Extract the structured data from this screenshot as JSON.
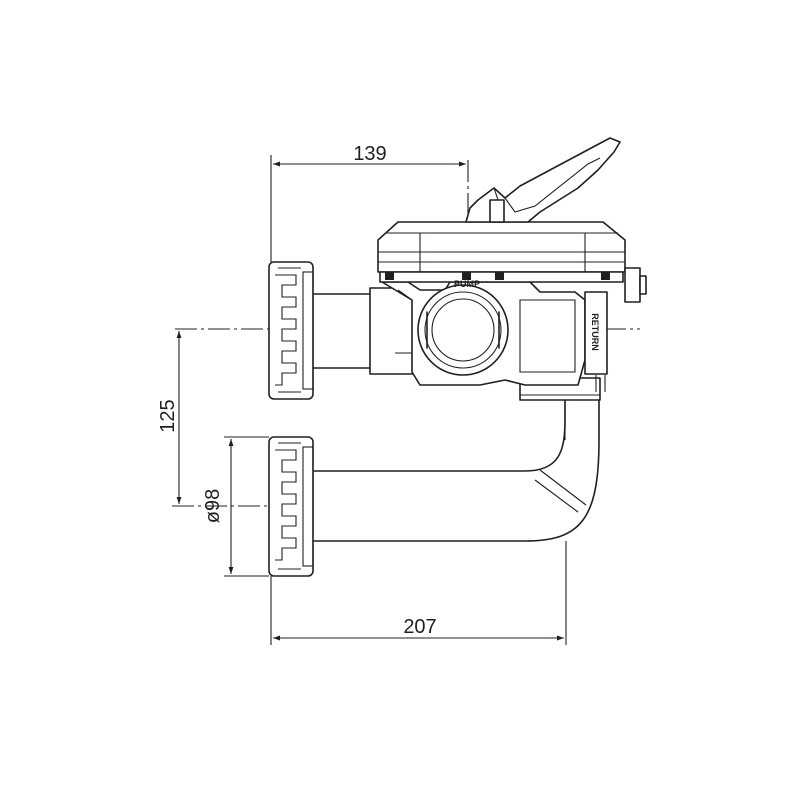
{
  "dimensions": {
    "width_top": "139",
    "width_bottom": "207",
    "height_spacing": "125",
    "diameter": "ø98"
  },
  "port_labels": {
    "top": "PUMP",
    "side": "RETURN"
  },
  "colors": {
    "line": "#231f20",
    "background": "#ffffff"
  }
}
